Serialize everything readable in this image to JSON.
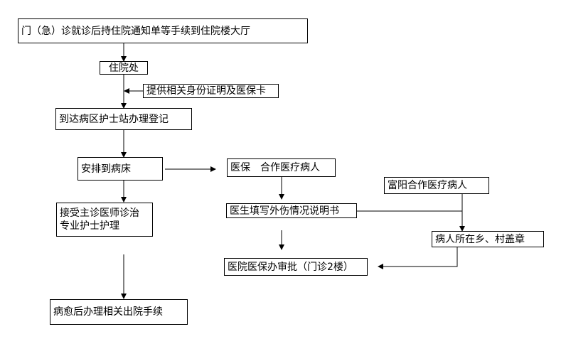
{
  "nodes": {
    "registration": "门（急）诊就诊后持住院通知单等手续到住院楼大厅",
    "admission_office": "住院处",
    "documents_note": "提供相关身份证明及医保卡",
    "ward_nurse_station": "到达病区护士站办理登记",
    "bed_assignment": "安排到病床",
    "treatment_line1": "接受主诊医师诊治",
    "treatment_line2": "专业护士护理",
    "discharge": "病愈后办理相关出院手续",
    "insurance_patient": "医保　合作医疗病人",
    "injury_statement": "医生填写外伤情况说明书",
    "hospital_approval": "医院医保办审批（门诊2楼）",
    "fuyang_patient": "富阳合作医疗病人",
    "village_stamp": "病人所在乡、村盖章"
  },
  "colors": {
    "stroke": "#000000",
    "background": "#ffffff"
  }
}
